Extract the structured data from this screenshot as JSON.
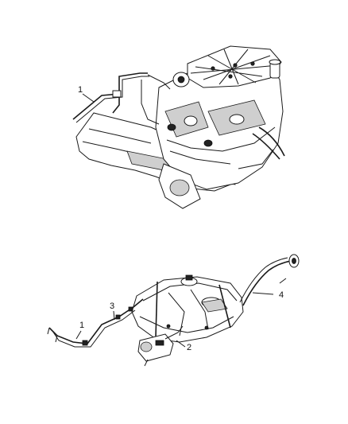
{
  "callouts": {
    "top_1": "1",
    "bottom_1": "1",
    "bottom_2": "2",
    "bottom_3": "3",
    "bottom_4": "4"
  }
}
